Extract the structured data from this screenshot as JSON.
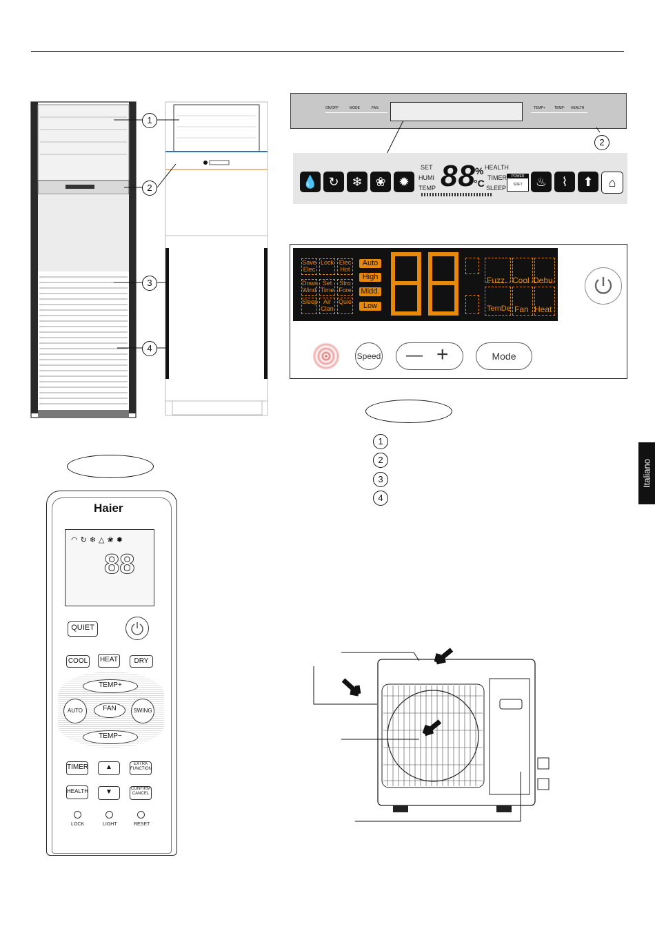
{
  "side_tab": "Italiano",
  "indoor_markers": [
    "1",
    "2",
    "3",
    "4"
  ],
  "legend_markers": [
    "1",
    "2",
    "3",
    "4"
  ],
  "panel_top": {
    "buttons": [
      "ON/OFF",
      "MODE",
      "FAN",
      "TEMP+",
      "TEMP-",
      "HEALTH"
    ],
    "marker": "2"
  },
  "lcd": {
    "set": "SET",
    "humi": "HUMI",
    "temp": "TEMP",
    "digits": "88",
    "percent": "%",
    "celsius": "°C",
    "health": "HEALTH",
    "timer": "TIMER",
    "sleep": "SLEEP",
    "power": "POWER",
    "soft": "SOFT"
  },
  "display": {
    "left_boxes": [
      "Save Elec",
      "Lock",
      "Elec Hot",
      "Down Wind",
      "Set Time",
      "Stro Fore",
      "Sleep",
      "Air Clan",
      "Quie"
    ],
    "speeds": [
      "Auto",
      "High",
      "Midd.",
      "Low"
    ],
    "modes": [
      "Fuzz.",
      "Cool",
      "Dehu",
      "TemDe",
      "Fan",
      "Heat"
    ],
    "buttons": {
      "speed": "Speed",
      "minus": "—",
      "plus": "+",
      "mode": "Mode"
    },
    "power_icon": "power-icon"
  },
  "remote": {
    "brand": "Haier",
    "quiet": "QUIET",
    "cool": "COOL",
    "heat": "HEAT",
    "dry": "DRY",
    "temp_up": "TEMP+",
    "auto": "AUTO",
    "fan": "FAN",
    "swing": "SWING",
    "temp_down": "TEMP−",
    "timer": "TIMER",
    "extra": "EXTRA FUNCTION",
    "health": "HEALTH",
    "confirm": "CONFIRM CANCEL",
    "lock": "LOCK",
    "light": "LIGHT",
    "reset": "RESET"
  },
  "colors": {
    "orange": "#e8890c",
    "lcd_bg": "#e6e6e6",
    "display_bg": "#111111"
  }
}
